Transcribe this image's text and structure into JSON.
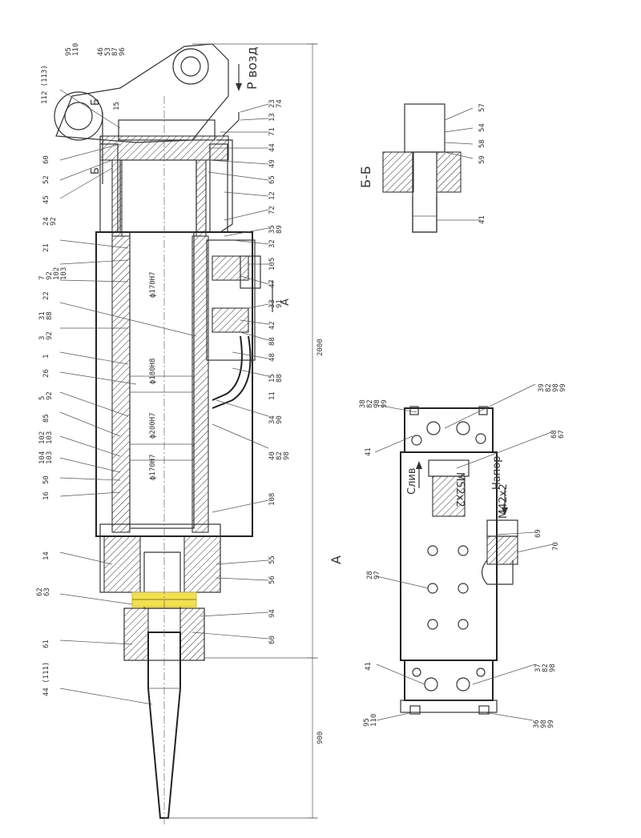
{
  "section_title": "Б-Б",
  "view_label": "А",
  "cut_label": "Б",
  "flow_labels": {
    "air": "Р возд",
    "drain": "Слив",
    "pressure": "Напор"
  },
  "thread_labels": {
    "drain": "М52х2",
    "pressure": "М42х2"
  },
  "dimensions": {
    "overall": "2000",
    "tool": "900"
  },
  "diameters": [
    "ф170Н7",
    "ф180Н8",
    "ф200Н7",
    "ф170Н7"
  ],
  "highlight_color": "#f2e14c",
  "left_callouts": [
    "112 (113)",
    "95\n110",
    "46\n53\n87\n96",
    "15",
    "60",
    "52",
    "45",
    "24\n92",
    "21",
    "7\n92\n102\n103",
    "22",
    "31\n88",
    "3\n92",
    "1",
    "26",
    "5\n92",
    "85",
    "102\n103",
    "104\n103",
    "50",
    "16",
    "14",
    "62\n63",
    "61",
    "44 (111)"
  ],
  "right_callouts": [
    "23\n74",
    "13",
    "71",
    "44",
    "49",
    "65",
    "12",
    "72",
    "35\n89",
    "32",
    "105",
    "47",
    "33\n91",
    "42",
    "88",
    "48",
    "15\n88",
    "11",
    "34\n90",
    "40\n82\n98",
    "108",
    "55",
    "56",
    "94",
    "60"
  ],
  "section_callouts": [
    "57",
    "54",
    "58",
    "59",
    "41"
  ],
  "view_callouts": [
    "38\n82\n98\n99",
    "39\n82\n98\n99",
    "41",
    "68\n67",
    "69",
    "70",
    "28\n97",
    "41",
    "37\n82\n98",
    "95\n110",
    "36\n98\n99"
  ]
}
